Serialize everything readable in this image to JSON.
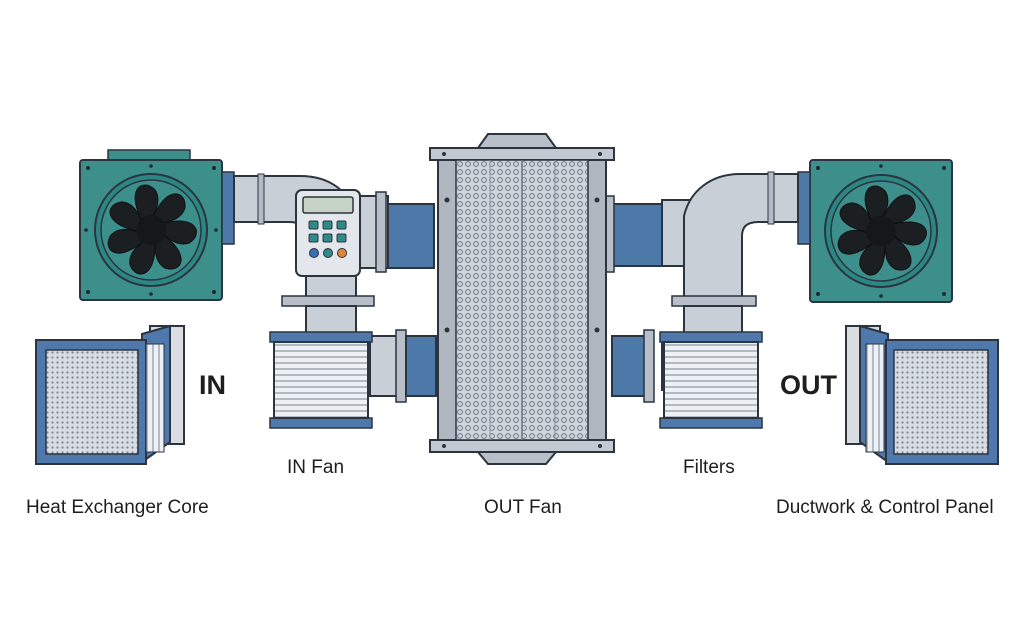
{
  "labels": {
    "in": "IN",
    "out": "OUT",
    "in_fan": "IN Fan",
    "filters": "Filters",
    "heat_exchanger_core": "Heat Exchanger Core",
    "out_fan": "OUT Fan",
    "ductwork_control_panel": "Ductwork & Control Panel"
  },
  "colors": {
    "fan_housing": "#3d8f8c",
    "fan_blade": "#1c1f22",
    "duct_metal": "#c9cfd6",
    "duct_blue": "#4d79a8",
    "filter_frame": "#4f79ad",
    "outline": "#2c3440",
    "button_teal": "#2f8a88",
    "button_blue": "#3b6fb3",
    "button_orange": "#e0873a"
  },
  "icons": [
    "fan-icon",
    "filter-icon",
    "control-panel-icon",
    "heat-exchanger-icon",
    "duct-icon"
  ]
}
